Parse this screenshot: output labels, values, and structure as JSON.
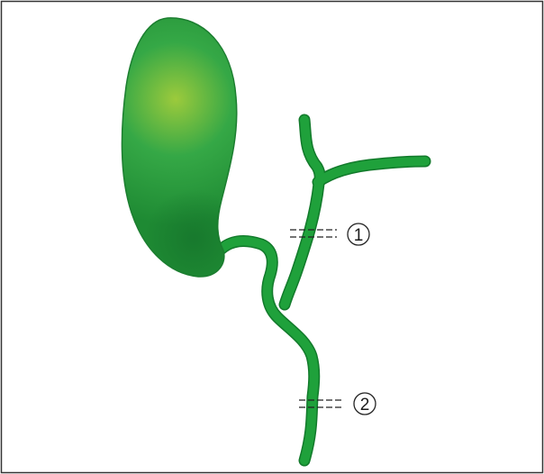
{
  "figure": {
    "colors": {
      "frame": "#333333",
      "organ_dark": "#1f8a34",
      "organ_mid": "#2fa543",
      "organ_light": "#9cca3c",
      "duct": "#1e9a3a",
      "duct_outline": "#127a2b",
      "marker_line": "#222222"
    },
    "callouts": [
      {
        "id": "callout-1",
        "label": "1"
      },
      {
        "id": "callout-2",
        "label": "2"
      }
    ]
  }
}
